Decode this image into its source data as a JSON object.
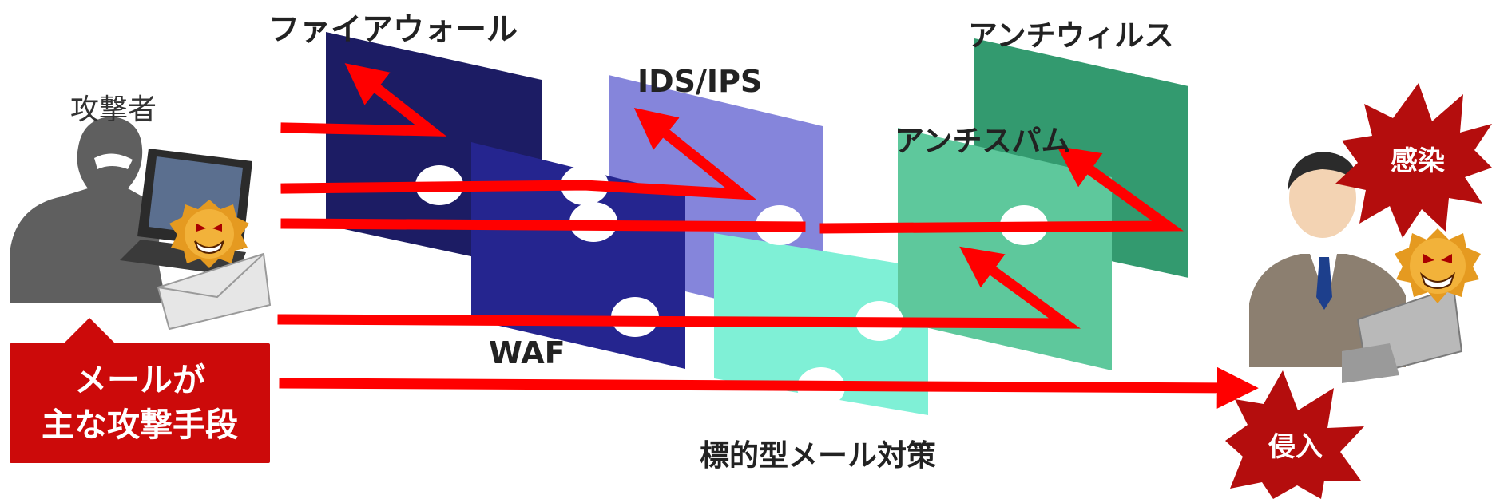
{
  "attacker_label": "攻撃者",
  "callout": {
    "line1": "メールが",
    "line2": "主な攻撃手段"
  },
  "layers": {
    "firewall": "ファイアウォール",
    "waf": "WAF",
    "ids_ips": "IDS/IPS",
    "targeted_mail": "標的型メール対策",
    "antispam": "アンチスパム",
    "antivirus": "アンチウィルス"
  },
  "outcomes": {
    "infection": "感染",
    "intrusion": "侵入"
  },
  "icons": [
    "attacker-silhouette-icon",
    "laptop-icon",
    "virus-icon",
    "envelope-icon",
    "office-worker-icon"
  ],
  "colors": {
    "firewall": "#1c1c64",
    "waf": "#25258f",
    "ids_ips": "#8585db",
    "targeted_mail": "#7ff0d6",
    "antispam": "#5ec89c",
    "antivirus": "#339a6f",
    "arrow": "#ff0000",
    "callout": "#cc0a0a",
    "burst": "#b40d0d"
  }
}
